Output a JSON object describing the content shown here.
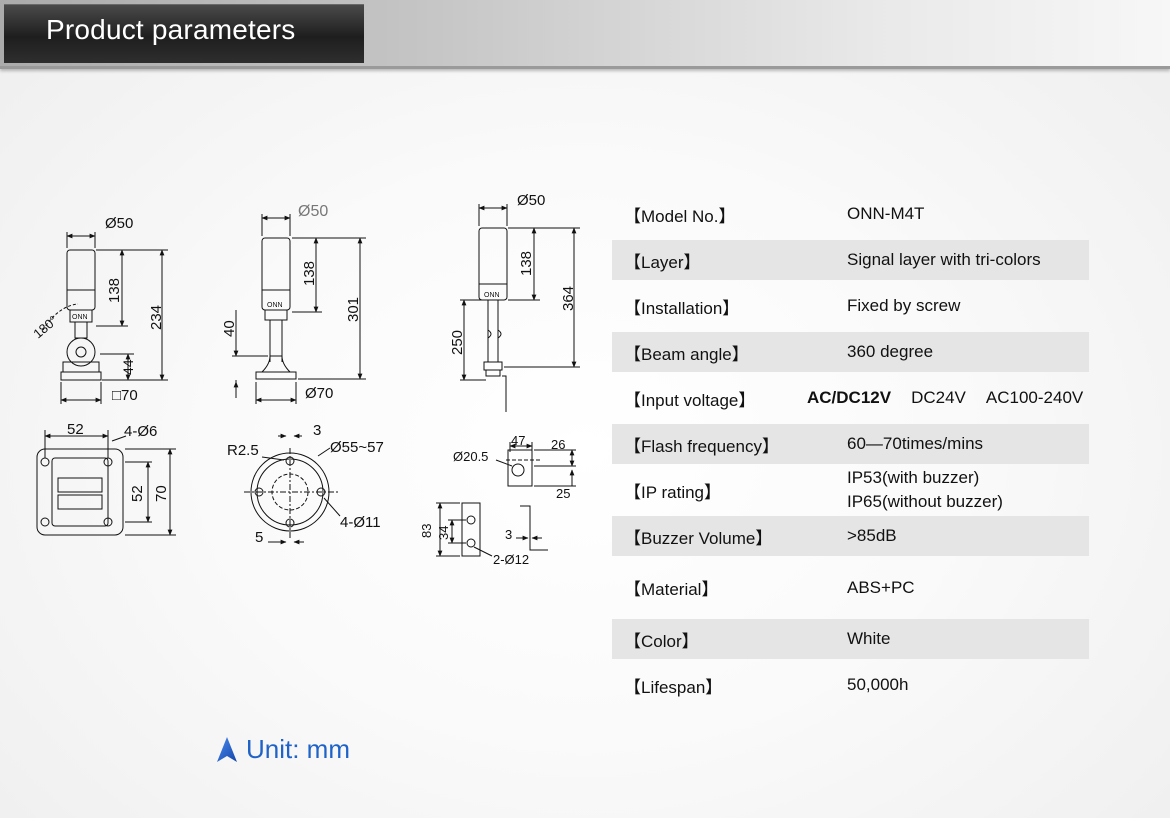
{
  "header": {
    "title": "Product parameters"
  },
  "drawings": {
    "dims": {
      "d50": "Ø50",
      "d70": "Ø70",
      "sq70": "□70",
      "h138": "138",
      "h234": "234",
      "h301": "301",
      "h364": "364",
      "h250": "250",
      "h40": "40",
      "h44": "44",
      "angle180": "180°",
      "w52": "52",
      "h52": "52",
      "h70": "70",
      "holes4d6": "4-Ø6",
      "r25": "R2.5",
      "three": "3",
      "d55_57": "Ø55~57",
      "holes4d11": "4-Ø11",
      "five": "5",
      "d205": "Ø20.5",
      "w47": "47",
      "w26": "26",
      "h25": "25",
      "h83": "83",
      "h34": "34",
      "holes2d12": "2-Ø12",
      "brand": "ONN"
    }
  },
  "specs": [
    {
      "key": "【Model No.】",
      "value": "ONN-M4T"
    },
    {
      "key": "【Layer】",
      "value": "Signal layer with tri-colors"
    },
    {
      "key": "【Installation】",
      "value": "Fixed by screw"
    },
    {
      "key": "【Beam angle】",
      "value": "360 degree"
    },
    {
      "key": "【Input voltage】",
      "values": [
        "AC/DC12V",
        "DC24V",
        "AC100-240V"
      ]
    },
    {
      "key": "【Flash frequency】",
      "value": "60—70times/mins"
    },
    {
      "key": "【IP rating】",
      "values": [
        "IP53(with buzzer)",
        "IP65(without buzzer)"
      ]
    },
    {
      "key": "【Buzzer Volume】",
      "value": ">85dB"
    },
    {
      "key": "【Material】",
      "value": "ABS+PC"
    },
    {
      "key": "【Color】",
      "value": "White"
    },
    {
      "key": "【Lifespan】",
      "value": "50,000h"
    }
  ],
  "unit": {
    "label": "Unit: mm",
    "icon": "navigation-arrow-icon",
    "color": "#1f63c8"
  }
}
